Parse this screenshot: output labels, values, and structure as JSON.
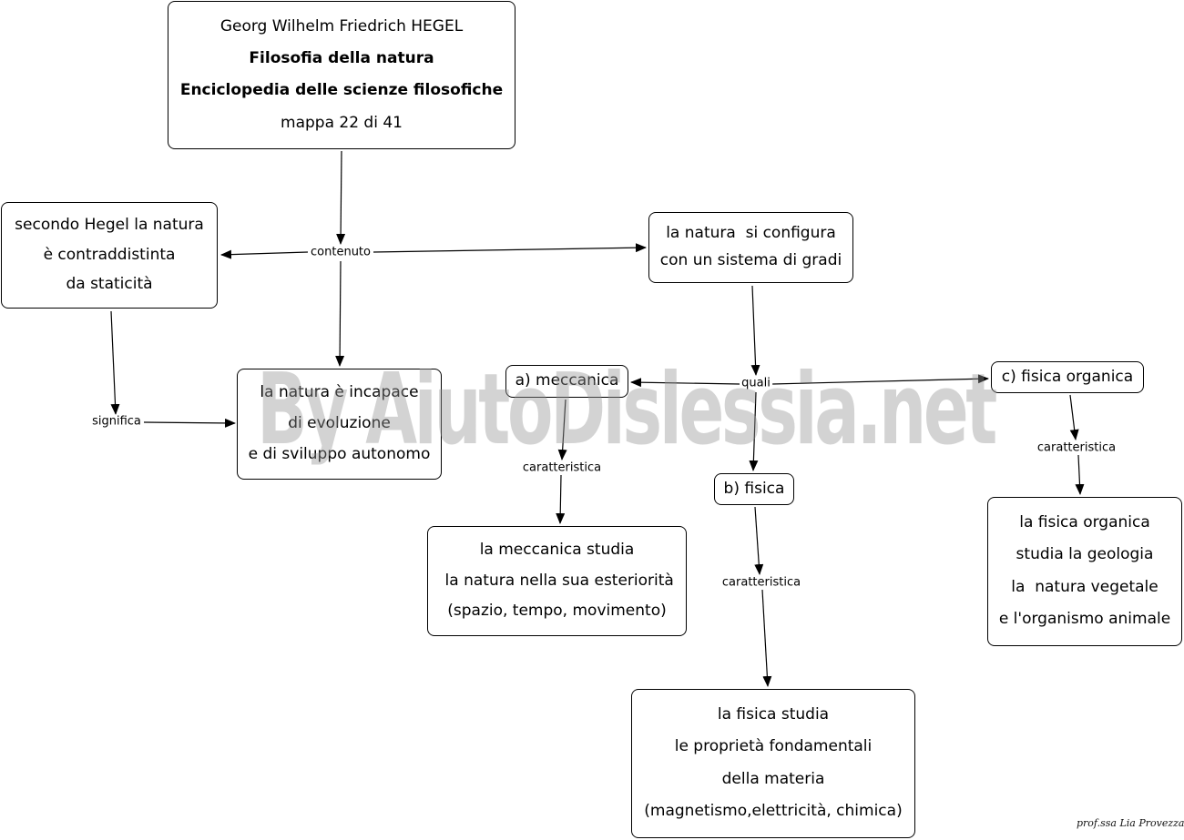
{
  "nodes": {
    "title": [
      "Georg Wilhelm Friedrich HEGEL",
      "Filosofia della natura",
      "Enciclopedia delle scienze filosofiche",
      "mappa 22 di 41"
    ],
    "staticita": [
      "secondo Hegel la natura",
      "è contraddistinta",
      "da staticità"
    ],
    "incapace": [
      "la natura è incapace",
      "di evoluzione",
      "e di sviluppo autonomo"
    ],
    "gradi": [
      "la natura  si configura",
      "con un sistema di gradi"
    ],
    "meccanica": [
      "a) meccanica"
    ],
    "fisica": [
      "b) fisica"
    ],
    "organica": [
      "c) fisica organica"
    ],
    "meccanica_studia": [
      "la meccanica studia",
      " la natura nella sua esteriorità",
      "(spazio, tempo, movimento)"
    ],
    "fisica_studia": [
      "la fisica studia",
      "le proprietà fondamentali",
      "della materia",
      "(magnetismo,elettricità, chimica)"
    ],
    "organica_studia": [
      "la fisica organica",
      "studia la geologia",
      "la  natura vegetale",
      "e l'organismo animale"
    ]
  },
  "links": {
    "contenuto": "contenuto",
    "significa": "significa",
    "quali": "quali",
    "caratteristica": "caratteristica"
  },
  "watermark": "By AiutoDislessia.net",
  "signature": "prof.ssa Lia Provezza"
}
